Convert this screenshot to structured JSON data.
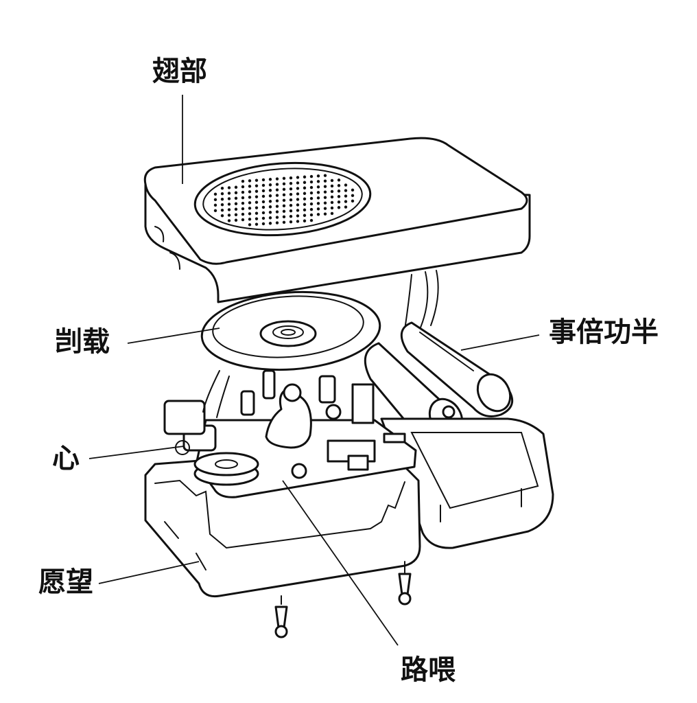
{
  "labels": {
    "top_cover": "翅部",
    "speaker_cone": "剀载",
    "batteries": "事倍功半",
    "heart": "心",
    "base_housing": "愿望",
    "circuit_board": "路喂"
  },
  "colors": {
    "ink": "#111111",
    "paper": "#ffffff"
  }
}
